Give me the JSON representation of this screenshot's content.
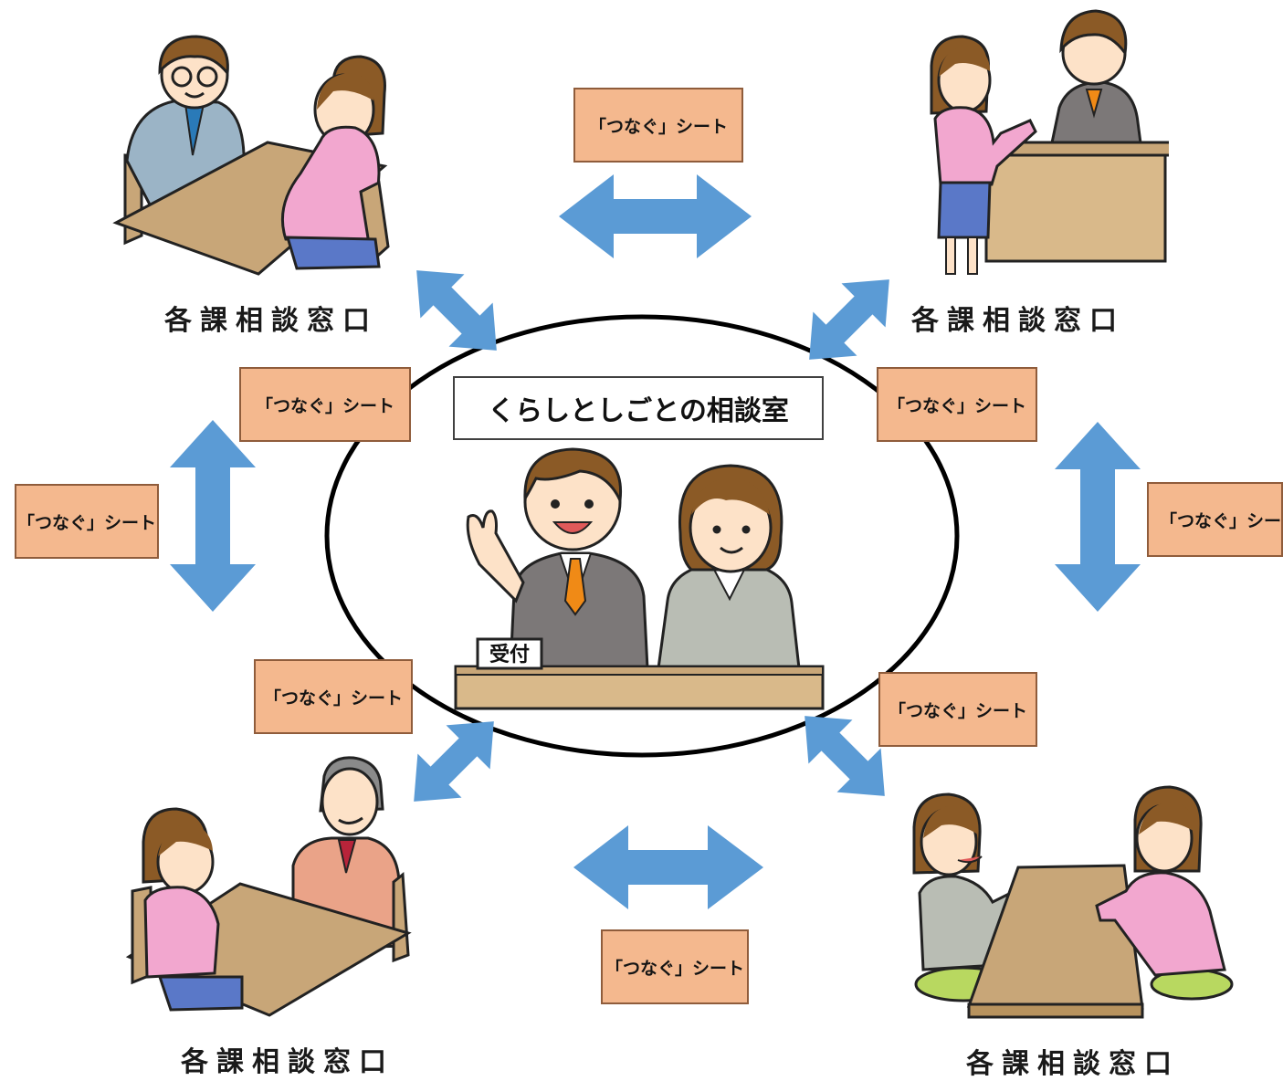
{
  "center": {
    "title": "くらしとしごとの相談室",
    "reception_sign": "受付"
  },
  "windows": {
    "top_left": "各課相談窓口",
    "top_right": "各課相談窓口",
    "bottom_left": "各課相談窓口",
    "bottom_right": "各課相談窓口"
  },
  "sheets": {
    "top": "「つなぐ」シート",
    "upper_left": "「つなぐ」シート",
    "upper_right": "「つなぐ」シート",
    "left": "「つなぐ」シート",
    "right": "「つなぐ」シー",
    "lower_left": "「つなぐ」シート",
    "lower_right": "「つなぐ」シート",
    "bottom": "「つなぐ」シート"
  },
  "colors": {
    "arrow": "#5b9bd5",
    "sheet_fill": "#f4b88e",
    "table": "#c8a678",
    "ellipse": "#000000"
  }
}
